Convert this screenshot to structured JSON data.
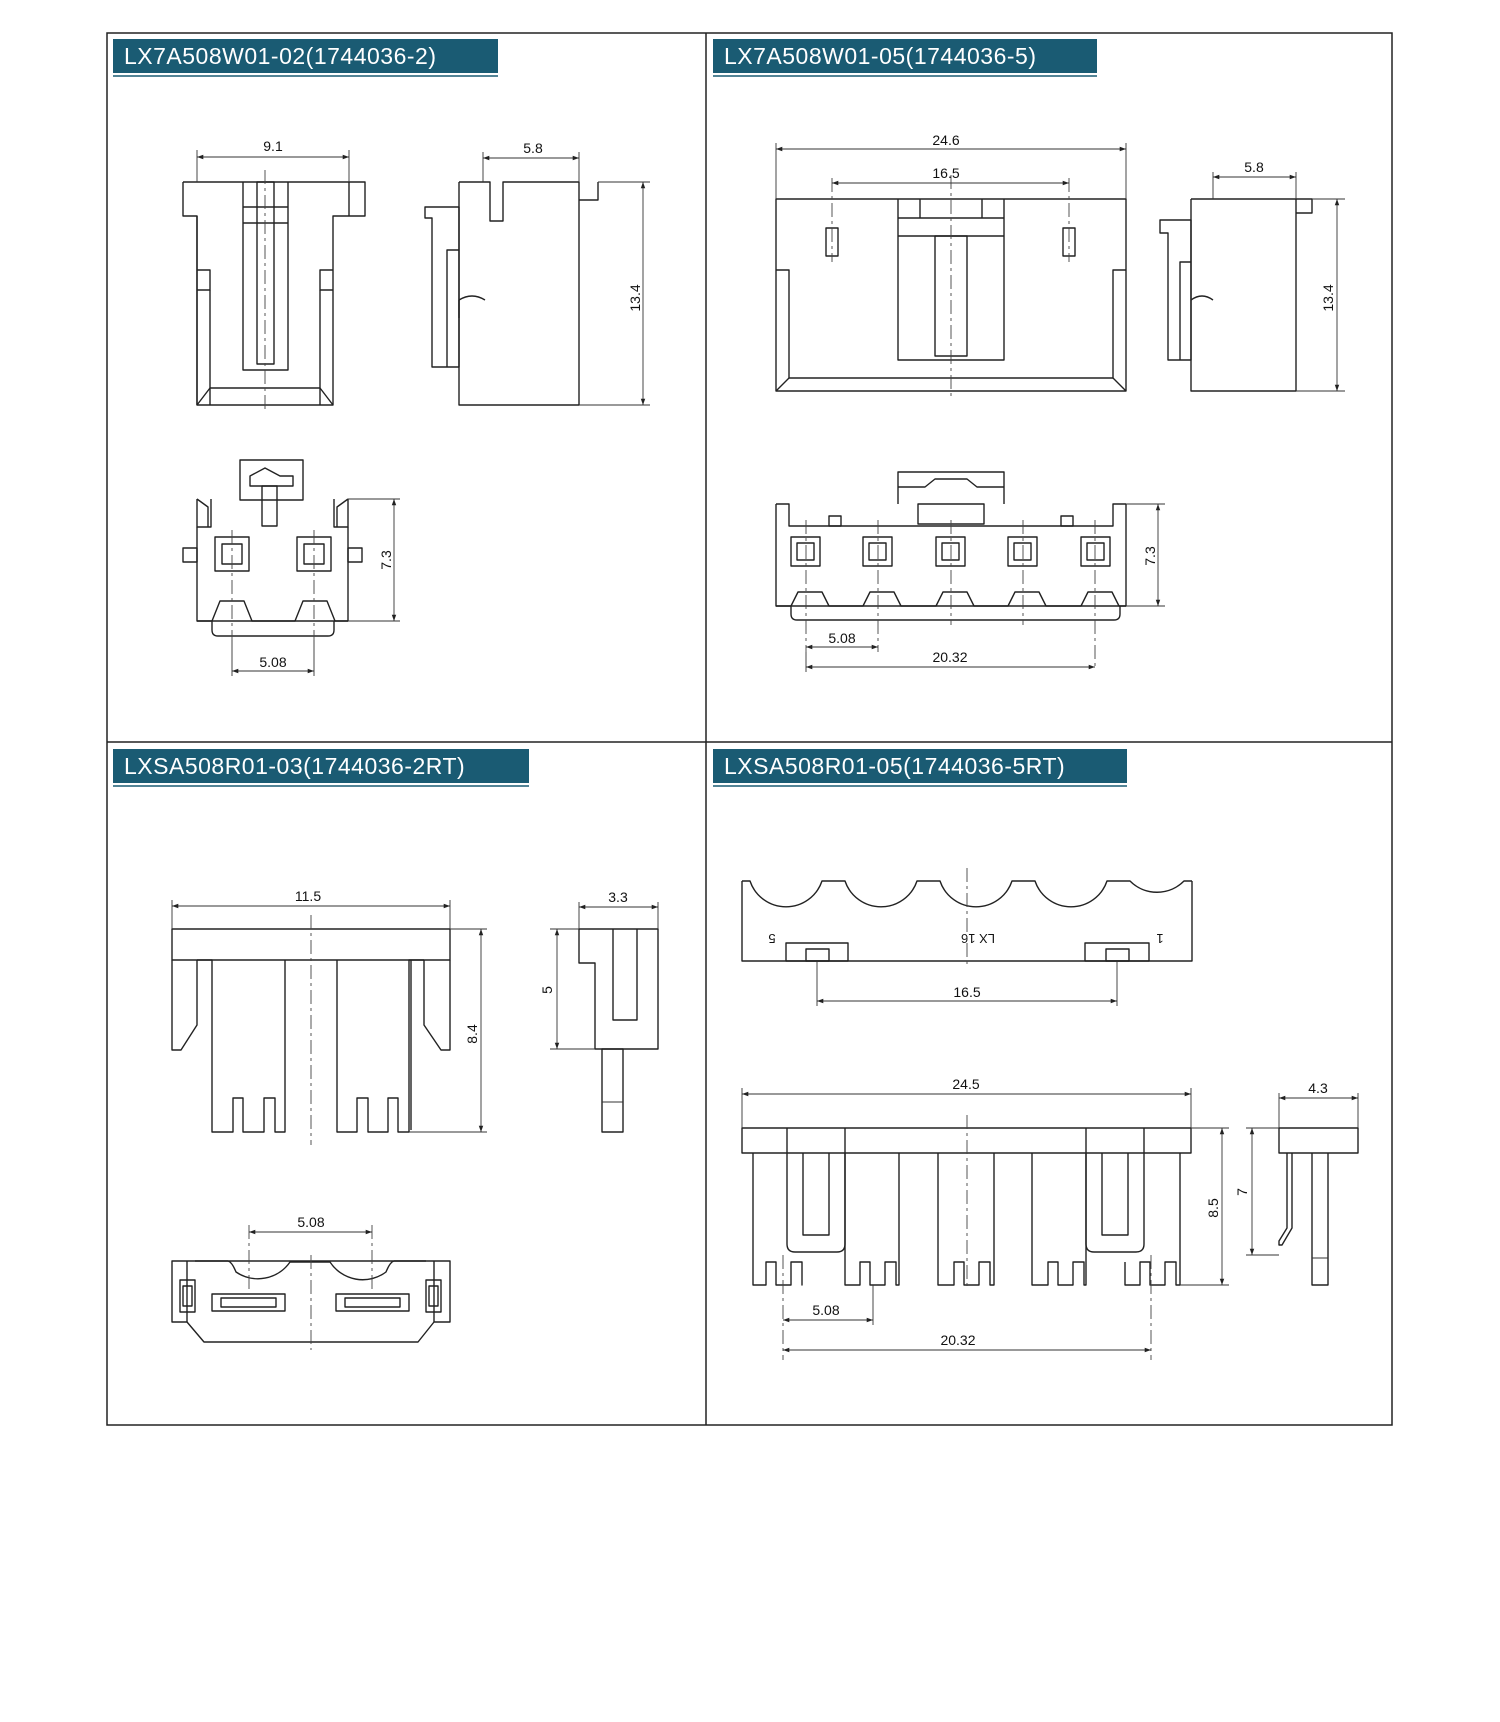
{
  "colors": {
    "title_bar": "#1a5b73",
    "title_text": "#ffffff",
    "line": "#222222"
  },
  "panels": [
    {
      "title": "LX7A508W01-02(1744036-2)",
      "dims": {
        "front_width": "9.1",
        "side_depth": "5.8",
        "height": "13.4",
        "bottom_depth": "7.3",
        "pitch": "5.08"
      }
    },
    {
      "title": "LX7A508W01-05(1744036-5)",
      "dims": {
        "front_width": "24.6",
        "post_span": "16.5",
        "side_depth": "5.8",
        "height": "13.4",
        "bottom_depth": "7.3",
        "pitch": "5.08",
        "pin_span": "20.32"
      }
    },
    {
      "title": "LXSA508R01-03(1744036-2RT)",
      "dims": {
        "front_width": "11.5",
        "height": "8.4",
        "side_width": "3.3",
        "side_height": "5",
        "pitch": "5.08"
      }
    },
    {
      "title": "LXSA508R01-05(1744036-5RT)",
      "dims": {
        "post_span": "16.5",
        "front_width": "24.5",
        "height": "8.5",
        "side_width": "4.3",
        "side_height": "7",
        "pitch": "5.08",
        "pin_span": "20.32"
      },
      "marks": {
        "pin_last": "5",
        "model": "LX 16",
        "pin_first": "1"
      }
    }
  ]
}
